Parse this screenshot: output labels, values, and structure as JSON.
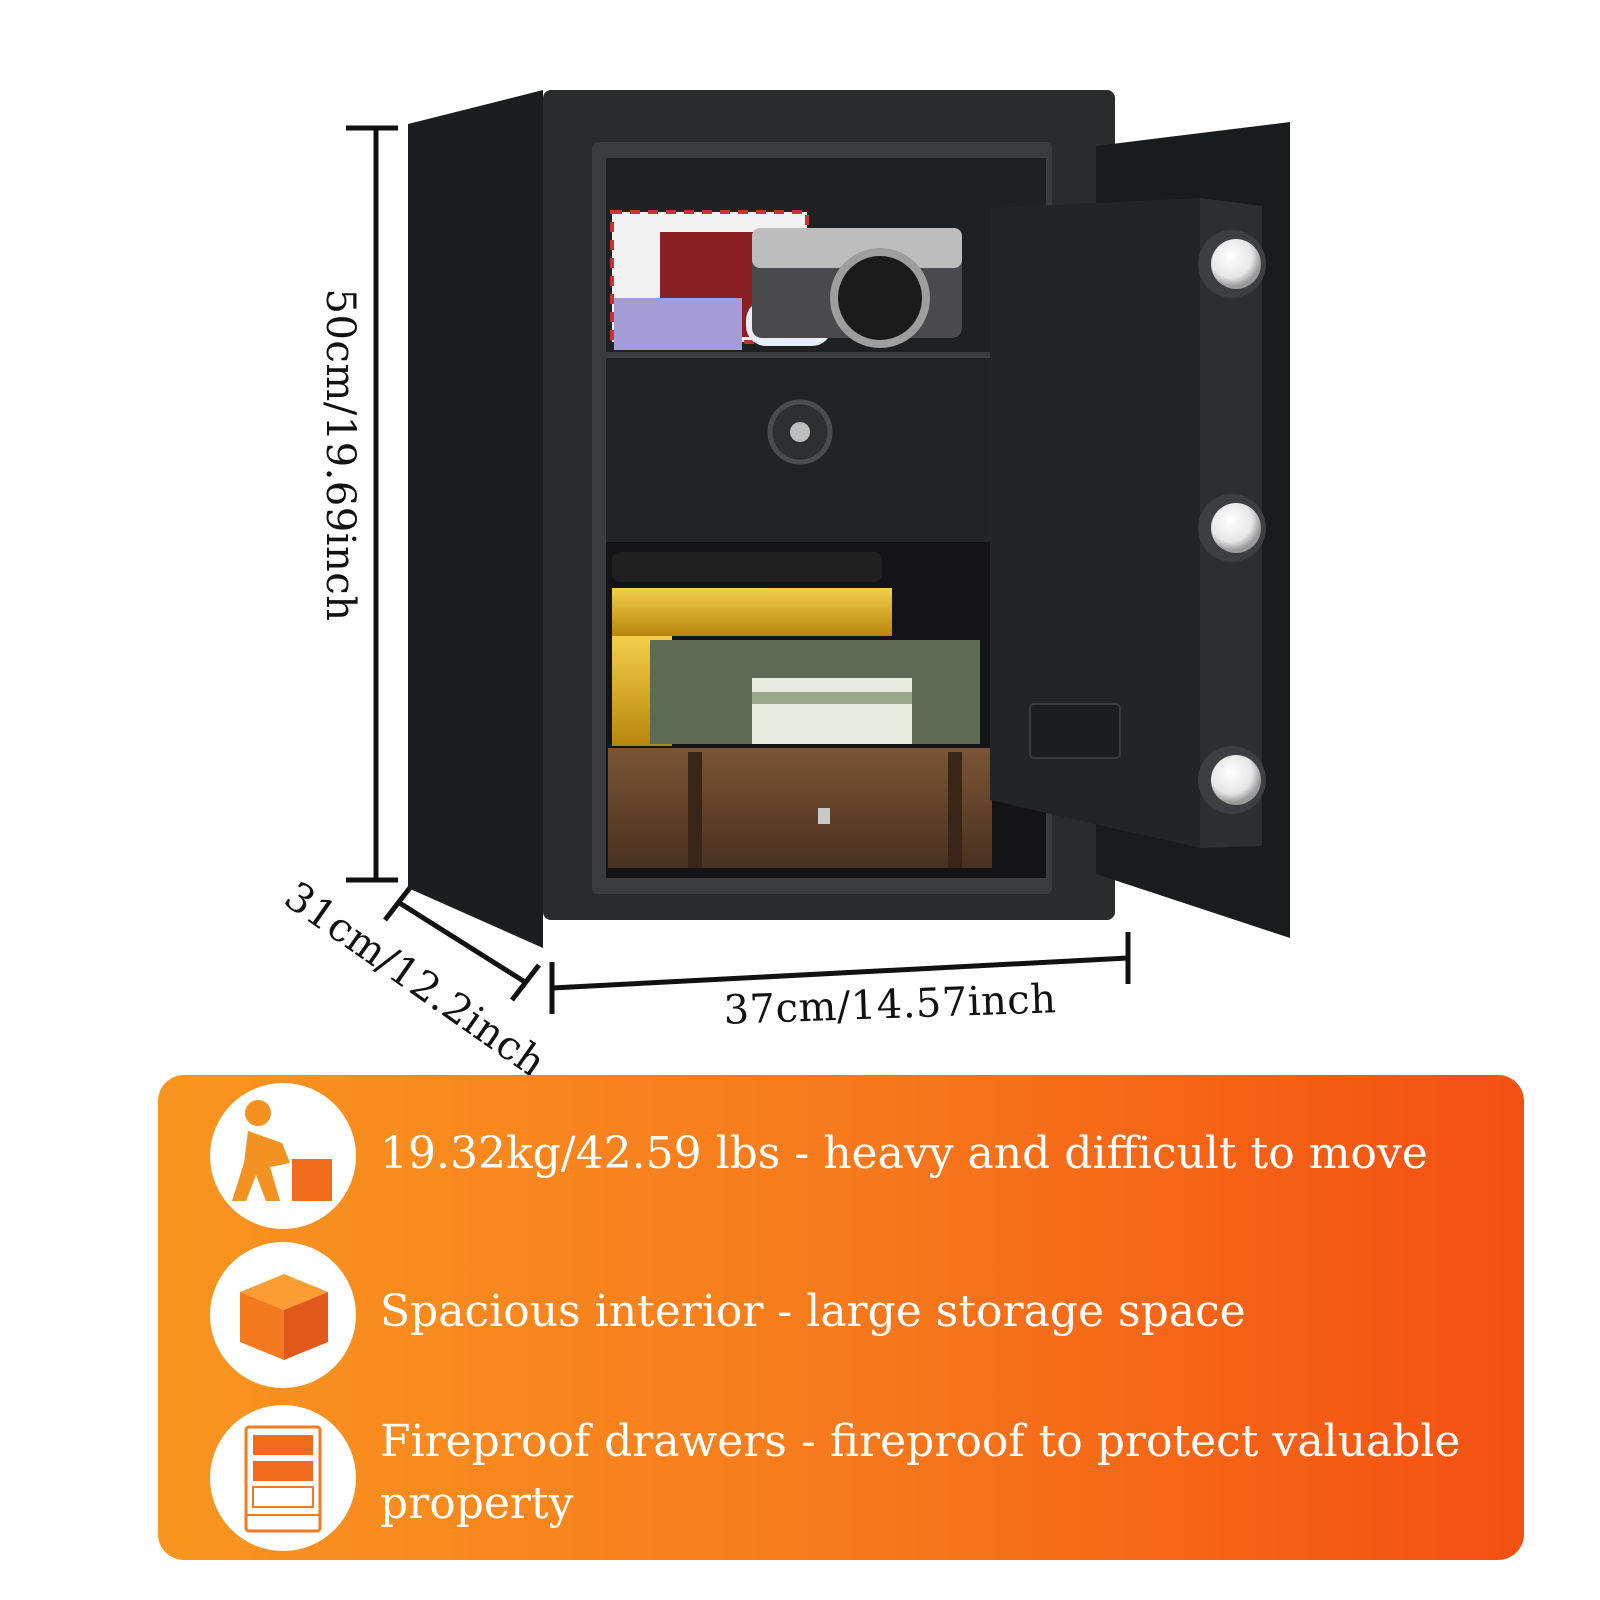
{
  "dimensions": {
    "height_label": "50cm/19.69inch",
    "width_label": "37cm/14.57inch",
    "depth_label": "31cm/12.2inch"
  },
  "features": [
    {
      "icon": "person-pushing-box-icon",
      "text": "19.32kg/42.59 lbs - heavy and difficult to move"
    },
    {
      "icon": "box-icon",
      "text": "Spacious interior - large storage space"
    },
    {
      "icon": "drawers-icon",
      "text": "Fireproof drawers - fireproof to protect valuable property"
    }
  ],
  "colors": {
    "panel_gradient_start": "#f9951f",
    "panel_gradient_end": "#f35012",
    "safe_body": "#2a2b2d",
    "text_on_panel": "#ffffff"
  }
}
